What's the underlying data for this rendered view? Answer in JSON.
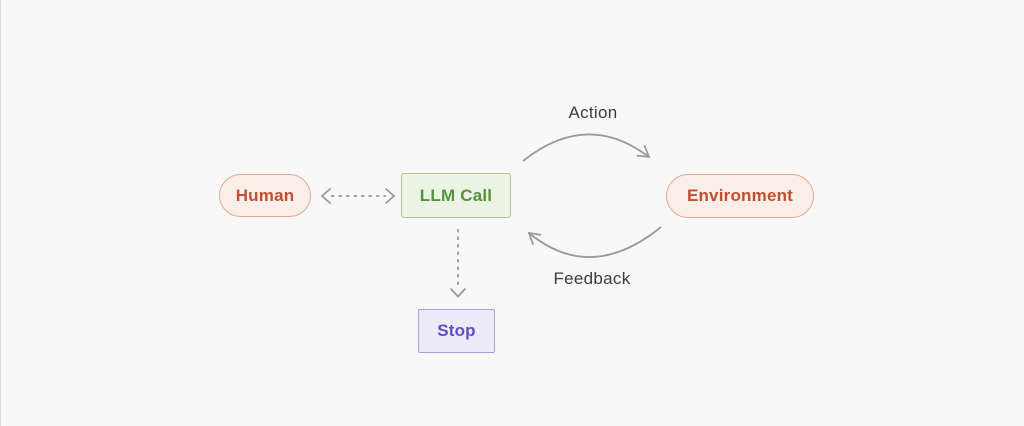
{
  "diagram": {
    "nodes": {
      "human": {
        "label": "Human",
        "shape": "pill",
        "bg": "#fbeee9",
        "border": "#e2a891",
        "text_color": "#c25030"
      },
      "llm_call": {
        "label": "LLM Call",
        "shape": "rect",
        "bg": "#eaf3e4",
        "border": "#a8c897",
        "text_color": "#56923a"
      },
      "environment": {
        "label": "Environment",
        "shape": "pill",
        "bg": "#fbeee9",
        "border": "#e2a891",
        "text_color": "#c25030"
      },
      "stop": {
        "label": "Stop",
        "shape": "rect",
        "bg": "#edebfa",
        "border": "#a79edd",
        "text_color": "#5b50c9"
      }
    },
    "edges": {
      "action": {
        "label": "Action",
        "from": "llm_call",
        "to": "environment",
        "style": "curved-solid-arrow"
      },
      "feedback": {
        "label": "Feedback",
        "from": "environment",
        "to": "llm_call",
        "style": "curved-solid-arrow"
      },
      "human_llm": {
        "label": "",
        "from": "human",
        "to": "llm_call",
        "style": "dashed-bidirectional-arrow"
      },
      "llm_stop": {
        "label": "",
        "from": "llm_call",
        "to": "stop",
        "style": "dashed-arrow-down"
      }
    },
    "colors": {
      "canvas_background": "#f8f8f8",
      "arrow": "#9a9a9a",
      "edge_label_text": "#3b3b3b"
    }
  }
}
